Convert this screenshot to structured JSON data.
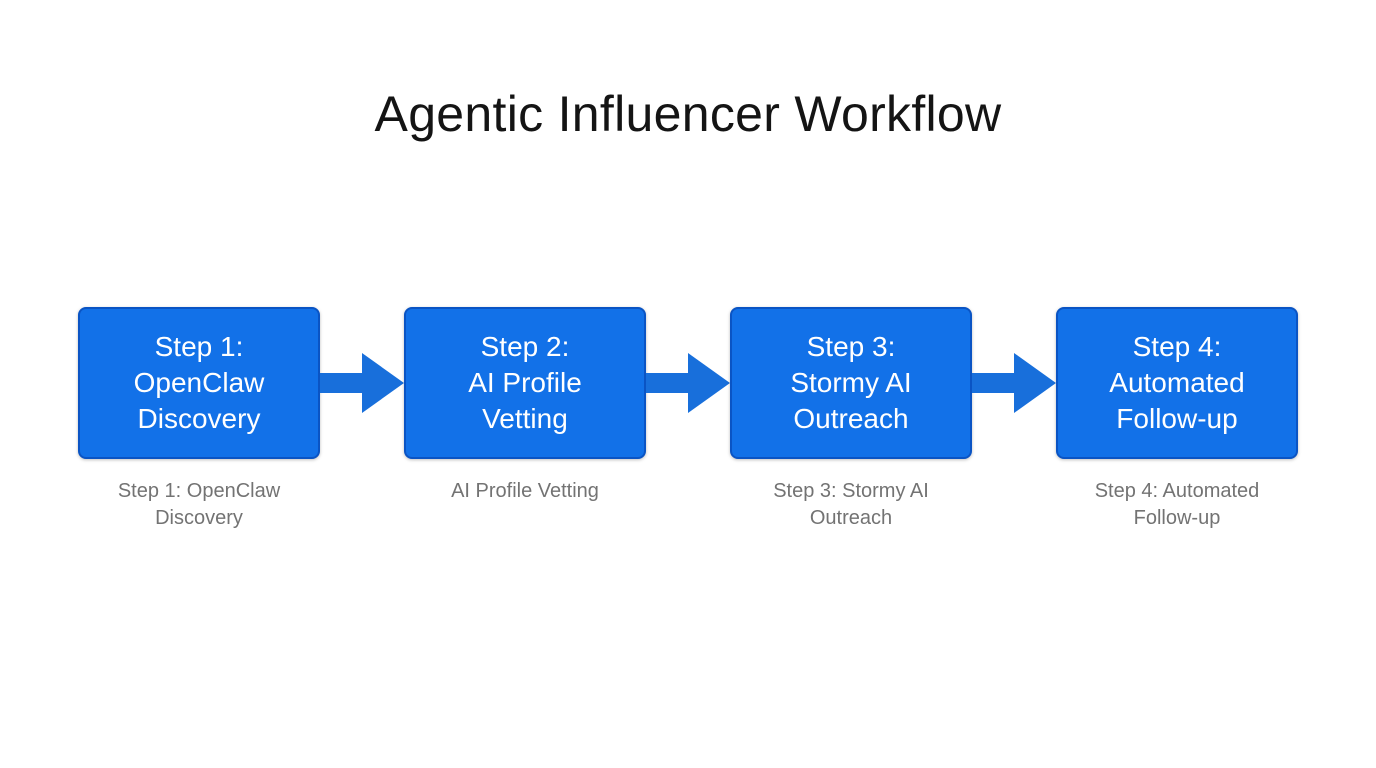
{
  "title": "Agentic Influencer Workflow",
  "colors": {
    "background": "#ffffff",
    "title_text": "#141414",
    "box_fill": "#1271e8",
    "box_border": "#0a54c4",
    "box_text": "#ffffff",
    "arrow": "#186fdb",
    "caption_text": "#737373"
  },
  "steps": [
    {
      "label": "Step 1:\nOpenClaw\nDiscovery",
      "caption": "Step 1: OpenClaw\nDiscovery"
    },
    {
      "label": "Step 2:\nAI Profile\nVetting",
      "caption": "AI Profile Vetting"
    },
    {
      "label": "Step 3:\nStormy AI\nOutreach",
      "caption": "Step 3: Stormy AI\nOutreach"
    },
    {
      "label": "Step 4:\nAutomated\nFollow-up",
      "caption": "Step 4: Automated\nFollow-up"
    }
  ]
}
